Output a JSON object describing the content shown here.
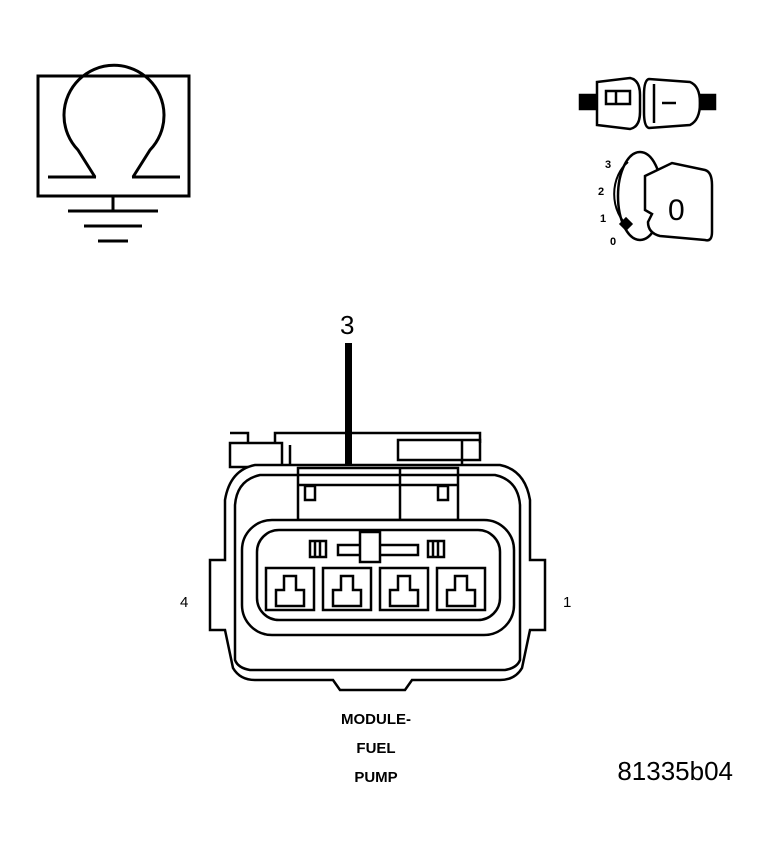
{
  "ohmmeter": {
    "icon": "ohm-ground-icon"
  },
  "switch_icons": {
    "connector": "connector-disconnect-icon",
    "ignition": "ignition-key-icon"
  },
  "ignition": {
    "positions": [
      "3",
      "2",
      "1",
      "0"
    ],
    "key_label": "0"
  },
  "connector": {
    "pin_callout": "3",
    "left_pin": "4",
    "right_pin": "1",
    "caption": [
      "MODULE-",
      "FUEL",
      "PUMP"
    ]
  },
  "figure_id": "81335b04"
}
